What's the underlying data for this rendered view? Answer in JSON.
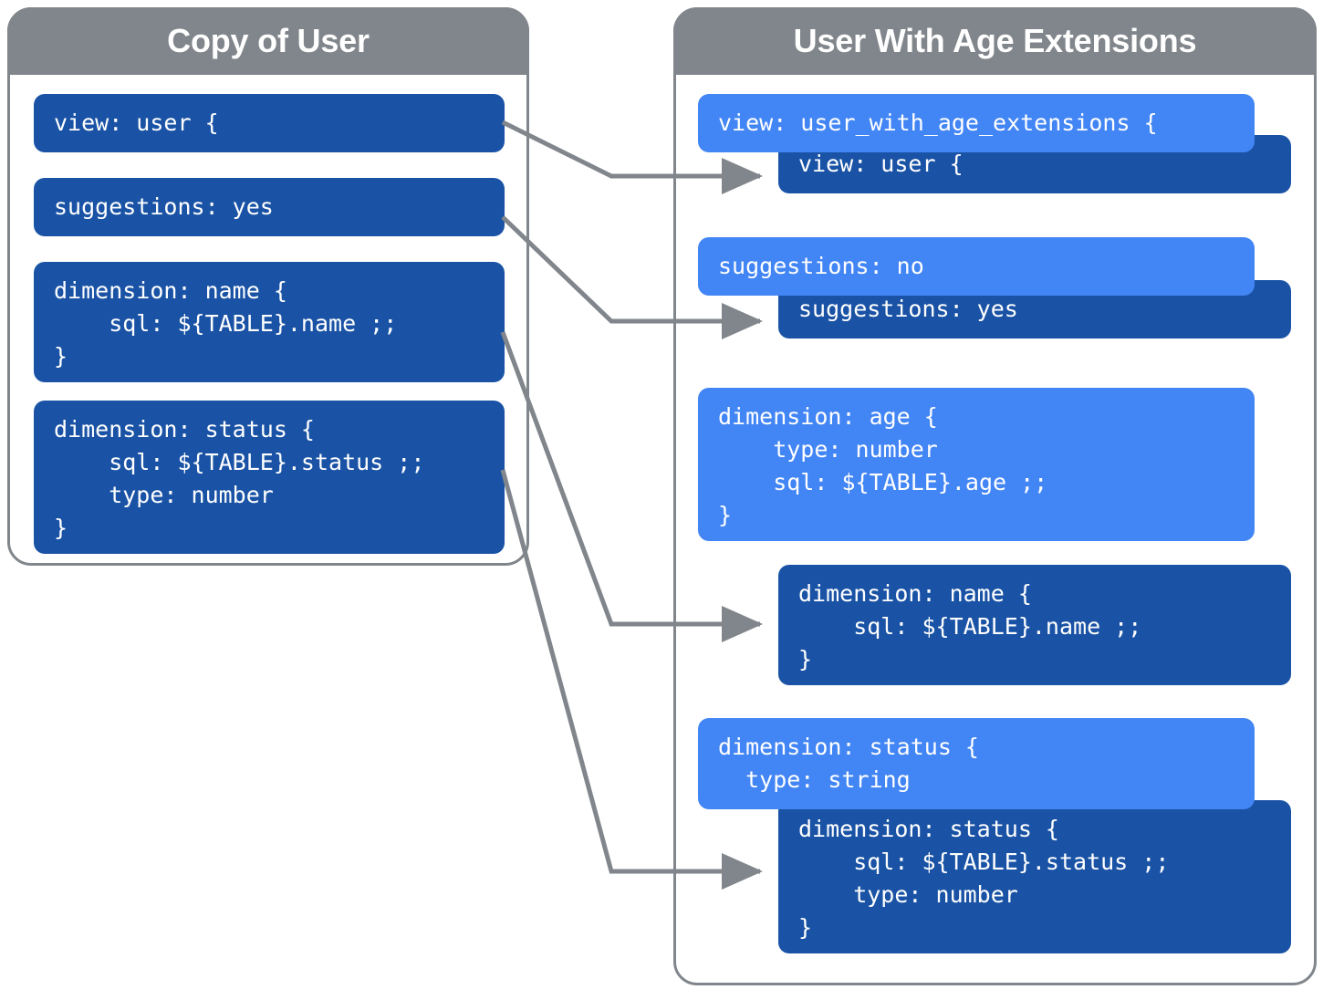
{
  "diagram": {
    "title_left": "Copy of User",
    "title_right": "User With Age Extensions",
    "colors": {
      "panel_border": "#80868b",
      "panel_header_bg": "#80868b",
      "code_dark": "#1a53a5",
      "code_light": "#4285f4",
      "connector": "#80868b",
      "background": "#ffffff",
      "text": "#ffffff"
    }
  },
  "left_panel": {
    "title": "Copy of User",
    "blocks": [
      {
        "id": "left-view",
        "tone": "dark",
        "code": "view: user {"
      },
      {
        "id": "left-sugg",
        "tone": "dark",
        "code": "suggestions: yes"
      },
      {
        "id": "left-dim-name",
        "tone": "dark",
        "code": "dimension: name {\n    sql: ${TABLE}.name ;;\n}"
      },
      {
        "id": "left-dim-status",
        "tone": "dark",
        "code": "dimension: status {\n    sql: ${TABLE}.status ;;\n    type: number\n}"
      }
    ]
  },
  "right_panel": {
    "title": "User With Age Extensions",
    "blocks": [
      {
        "id": "right-view-ext",
        "tone": "light",
        "code": "view: user_with_age_extensions {"
      },
      {
        "id": "right-view-user",
        "tone": "dark",
        "code": "view: user {"
      },
      {
        "id": "right-sugg-no",
        "tone": "light",
        "code": "suggestions: no"
      },
      {
        "id": "right-sugg-yes",
        "tone": "dark",
        "code": "suggestions: yes"
      },
      {
        "id": "right-dim-age",
        "tone": "light",
        "code": "dimension: age {\n    type: number\n    sql: ${TABLE}.age ;;\n}"
      },
      {
        "id": "right-dim-name",
        "tone": "dark",
        "code": "dimension: name {\n    sql: ${TABLE}.name ;;\n}"
      },
      {
        "id": "right-dim-status-l",
        "tone": "light",
        "code": "dimension: status {\n  type: string"
      },
      {
        "id": "right-dim-status-d",
        "tone": "dark",
        "code": "dimension: status {\n    sql: ${TABLE}.status ;;\n    type: number\n}"
      }
    ]
  },
  "connectors": [
    {
      "id": "conn-view",
      "from": "left-view",
      "to": "right-view-user"
    },
    {
      "id": "conn-suggestions",
      "from": "left-sugg",
      "to": "right-sugg-yes"
    },
    {
      "id": "conn-dim-name",
      "from": "left-dim-name",
      "to": "right-dim-name"
    },
    {
      "id": "conn-dim-status",
      "from": "left-dim-status",
      "to": "right-dim-status-d"
    }
  ]
}
